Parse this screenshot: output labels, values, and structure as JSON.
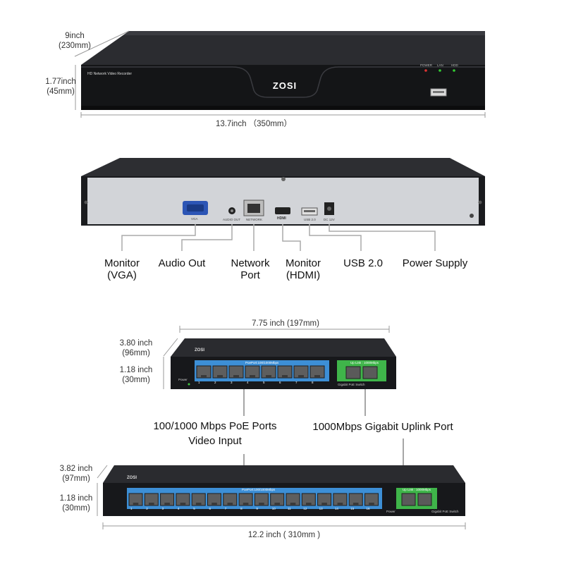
{
  "brand": "ZOSI",
  "nvr": {
    "front_text": "HD Network Video Recorder",
    "front_indicators": [
      "POWER",
      "LAN",
      "HDD"
    ],
    "depth": "9inch\n(230mm)",
    "height": "1.77inch\n(45mm)",
    "width": "13.7inch  （350mm）",
    "rear_port_tags": {
      "vga": "VGA",
      "audio": "AUDIO OUT",
      "network": "NETWORK",
      "usb": "USB 2.0",
      "dc": "DC 12V"
    },
    "callouts": {
      "vga": "Monitor\n(VGA)",
      "audio": "Audio Out",
      "network": "Network\nPort",
      "hdmi": "Monitor\n(HDMI)",
      "usb": "USB 2.0",
      "power": "Power Supply"
    }
  },
  "switch8": {
    "width": "7.75 inch (197mm)",
    "depth": "3.80 inch\n(96mm)",
    "height": "1.18 inch\n(30mm)",
    "poe_label": "PoePort:100/1000Mbps",
    "uplink_label": "Up Link : 1000Mbps",
    "power_label": "Power",
    "switch_label": "Gigabit PoE Switch",
    "port_numbers": [
      "1",
      "2",
      "3",
      "4",
      "5",
      "6",
      "7",
      "8"
    ]
  },
  "switch16": {
    "width": "12.2 inch ( 310mm )",
    "depth": "3.82 inch\n(97mm)",
    "height": "1.18 inch\n(30mm)",
    "poe_label": "PoePort:100/1000Mbps",
    "uplink_label": "Up Link : 1000Mbps",
    "power_label": "Power",
    "switch_label": "Gigabit PoE Switch",
    "port_numbers": [
      "1",
      "2",
      "3",
      "4",
      "5",
      "6",
      "7",
      "8",
      "9",
      "10",
      "11",
      "12",
      "13",
      "14",
      "15",
      "16"
    ]
  },
  "poe_callout": "100/1000 Mbps PoE Ports\nVideo Input",
  "uplink_callout": "1000Mbps Gigabit Uplink Port",
  "colors": {
    "poe_panel": "#3d8fd6",
    "uplink_panel": "#3fb54a",
    "chassis": "#1c1d20",
    "rear_panel": "#d2d4d8"
  }
}
